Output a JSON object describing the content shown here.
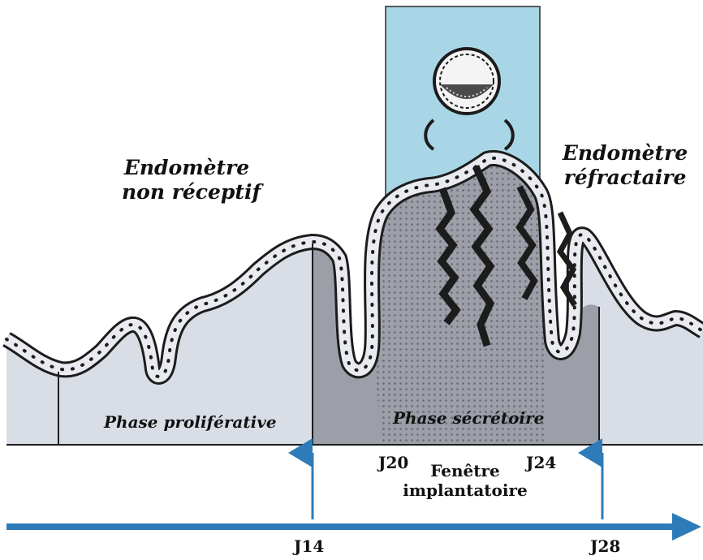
{
  "labels": {
    "non_receptive": [
      "Endomètre",
      "non réceptif"
    ],
    "refractory": [
      "Endomètre",
      "réfractaire"
    ],
    "proliferative_phase": "Phase proliférative",
    "secretory_phase": "Phase sécrétoire",
    "window": [
      "Fenêtre",
      "implantatoire"
    ],
    "days": {
      "j14": "J14",
      "j20": "J20",
      "j24": "J24",
      "j28": "J28"
    }
  },
  "colors": {
    "window_band": "#a9d6e6",
    "tissue_light": "#d9dde6",
    "tissue_dark": "#9c9ea8",
    "secretory_fill": "#b9bed0",
    "arrow_blue": "#2d7cb9",
    "background": "#ffffff"
  }
}
